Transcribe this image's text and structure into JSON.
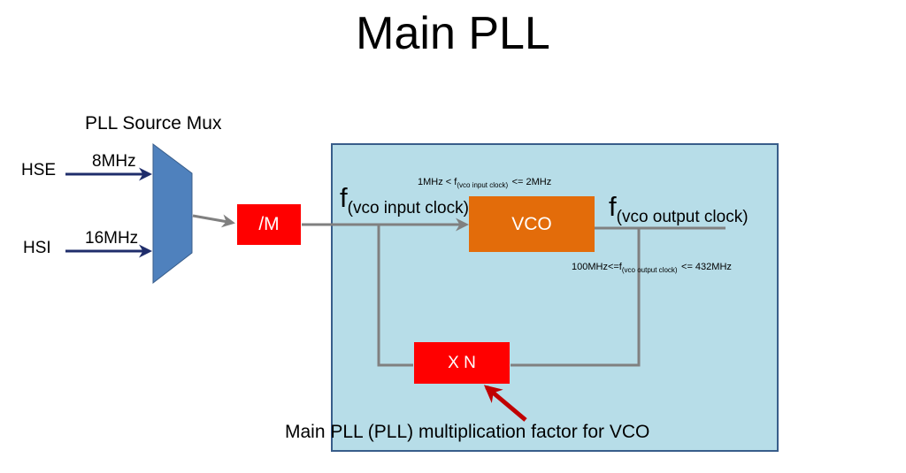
{
  "title": "Main PLL",
  "mux": {
    "label": "PLL Source Mux"
  },
  "inputs": [
    {
      "name": "HSE",
      "freq": "8MHz"
    },
    {
      "name": "HSI",
      "freq": "16MHz"
    }
  ],
  "blocks": {
    "m": "/M",
    "vco": "VCO",
    "n": "X N"
  },
  "vco_input": {
    "f": "f",
    "sub": "(vco input clock)"
  },
  "vco_output": {
    "f": "f",
    "sub": "(vco output clock)"
  },
  "input_range": {
    "prefix": "1MHz < f",
    "sub": "(vco input clock)",
    "suffix": "<= 2MHz"
  },
  "output_range": {
    "prefix": "100MHz<=f",
    "sub": "(vco output clock)",
    "suffix": "<= 432MHz"
  },
  "footer": "Main PLL (PLL) multiplication factor for VCO",
  "colors": {
    "pll_box_fill": "#b7dde8",
    "pll_box_border": "#385d8a",
    "mux_fill": "#4f81bd",
    "input_arrow": "#1f2d6b",
    "signal_line": "#808080",
    "block_red": "#ff0000",
    "vco_orange": "#e36c0a",
    "pointer_arrow": "#c00000"
  }
}
